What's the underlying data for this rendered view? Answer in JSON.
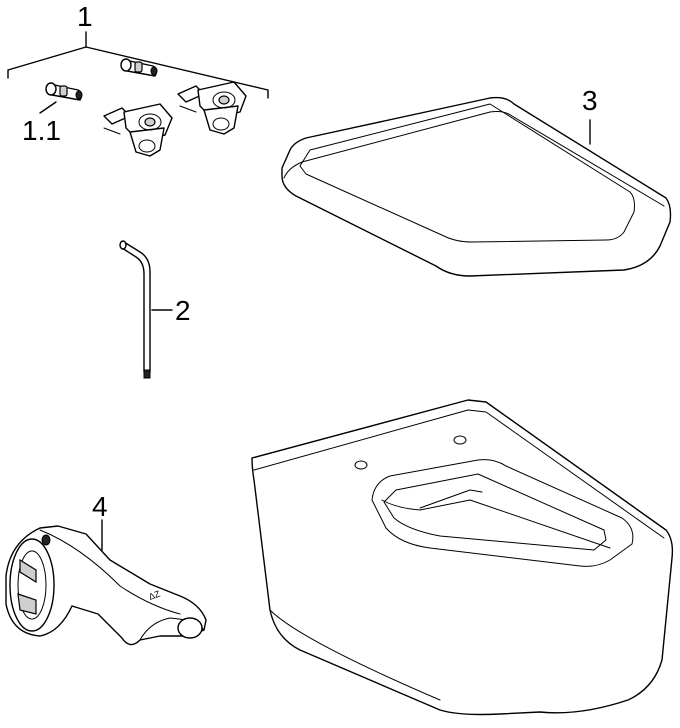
{
  "labels": {
    "item1": "1",
    "item1_1": "1.1",
    "item2": "2",
    "item3": "3",
    "item4": "4"
  },
  "colors": {
    "stroke": "#000000",
    "background": "#ffffff",
    "shade": "#cfcfcf"
  }
}
